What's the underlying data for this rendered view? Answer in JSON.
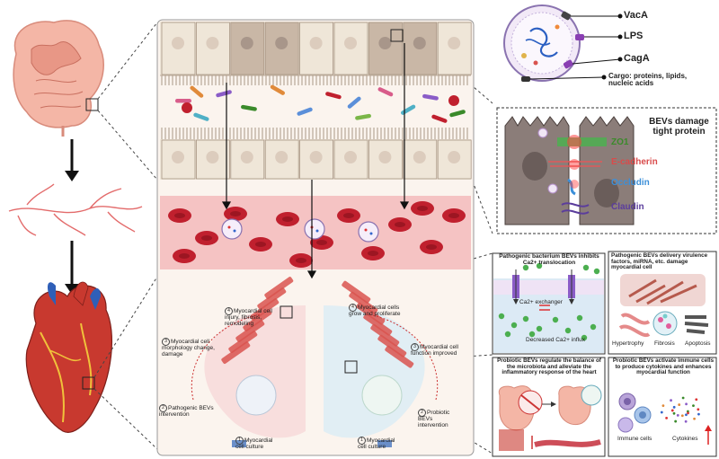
{
  "bacterium": {
    "components": [
      "VacA",
      "LPS",
      "CagA"
    ],
    "cargo": "Cargo: proteins, lipids, nucleic acids"
  },
  "tight_junction_panel": {
    "title": "BEVs damage tight protein",
    "proteins": [
      "ZO1",
      "E-cadherin",
      "Occludin",
      "Claudin"
    ],
    "colors": {
      "ZO1": "#3a8a2a",
      "E-cadherin": "#d94b4b",
      "Occludin": "#3b8fd9",
      "Claudin": "#5b3d9c"
    }
  },
  "calcium_panel": {
    "title": "Pathogenic bacterium BEVs inhibits Ca2+ translocation",
    "exchanger": "Ca2+ exchanger",
    "footer": "Decreased Ca2+ influx"
  },
  "virulence_panel": {
    "title": "Pathogenic BEVs delivery virulence factors, miRNA, etc. damage myocardial cell",
    "outcomes": [
      "Hypertrophy",
      "Fibrosis",
      "Apoptosis"
    ]
  },
  "microbiota_panel": {
    "title": "Probiotic BEVs regulate the balance of the microbiota and alleviate the inflammatory response of the heart"
  },
  "immune_panel": {
    "title": "Probiotic BEVs activate immune cells to produce cytokines and enhances myocardial function",
    "immune_label": "Immune cells",
    "cytokine_label": "Cytokines"
  },
  "cycle": {
    "left": [
      {
        "n": "1",
        "text": "Myocardial cell culture"
      },
      {
        "n": "2",
        "text": "Pathogenic BEVs intervention"
      },
      {
        "n": "3",
        "text": "Myocardial cell morphology change, damage"
      },
      {
        "n": "4",
        "text": "Myocardial cell injury, fibrosis, remodeling"
      }
    ],
    "right": [
      {
        "n": "1",
        "text": "Myocardial cell culture"
      },
      {
        "n": "2",
        "text": "Probiotic BEVs intervention"
      },
      {
        "n": "3",
        "text": "Myocardial cell function improved"
      },
      {
        "n": "4",
        "text": "Myocardial cells grow and proliferate"
      }
    ]
  },
  "palette": {
    "epithelium": "#efe6d8",
    "epithelium_dark": "#c9b7a6",
    "blood": "#f5c3c3",
    "rbc": "#c0202e",
    "muscle": "#d9534f",
    "cycle_pink": "#f7d9d9",
    "cycle_blue": "#dcecf5"
  }
}
